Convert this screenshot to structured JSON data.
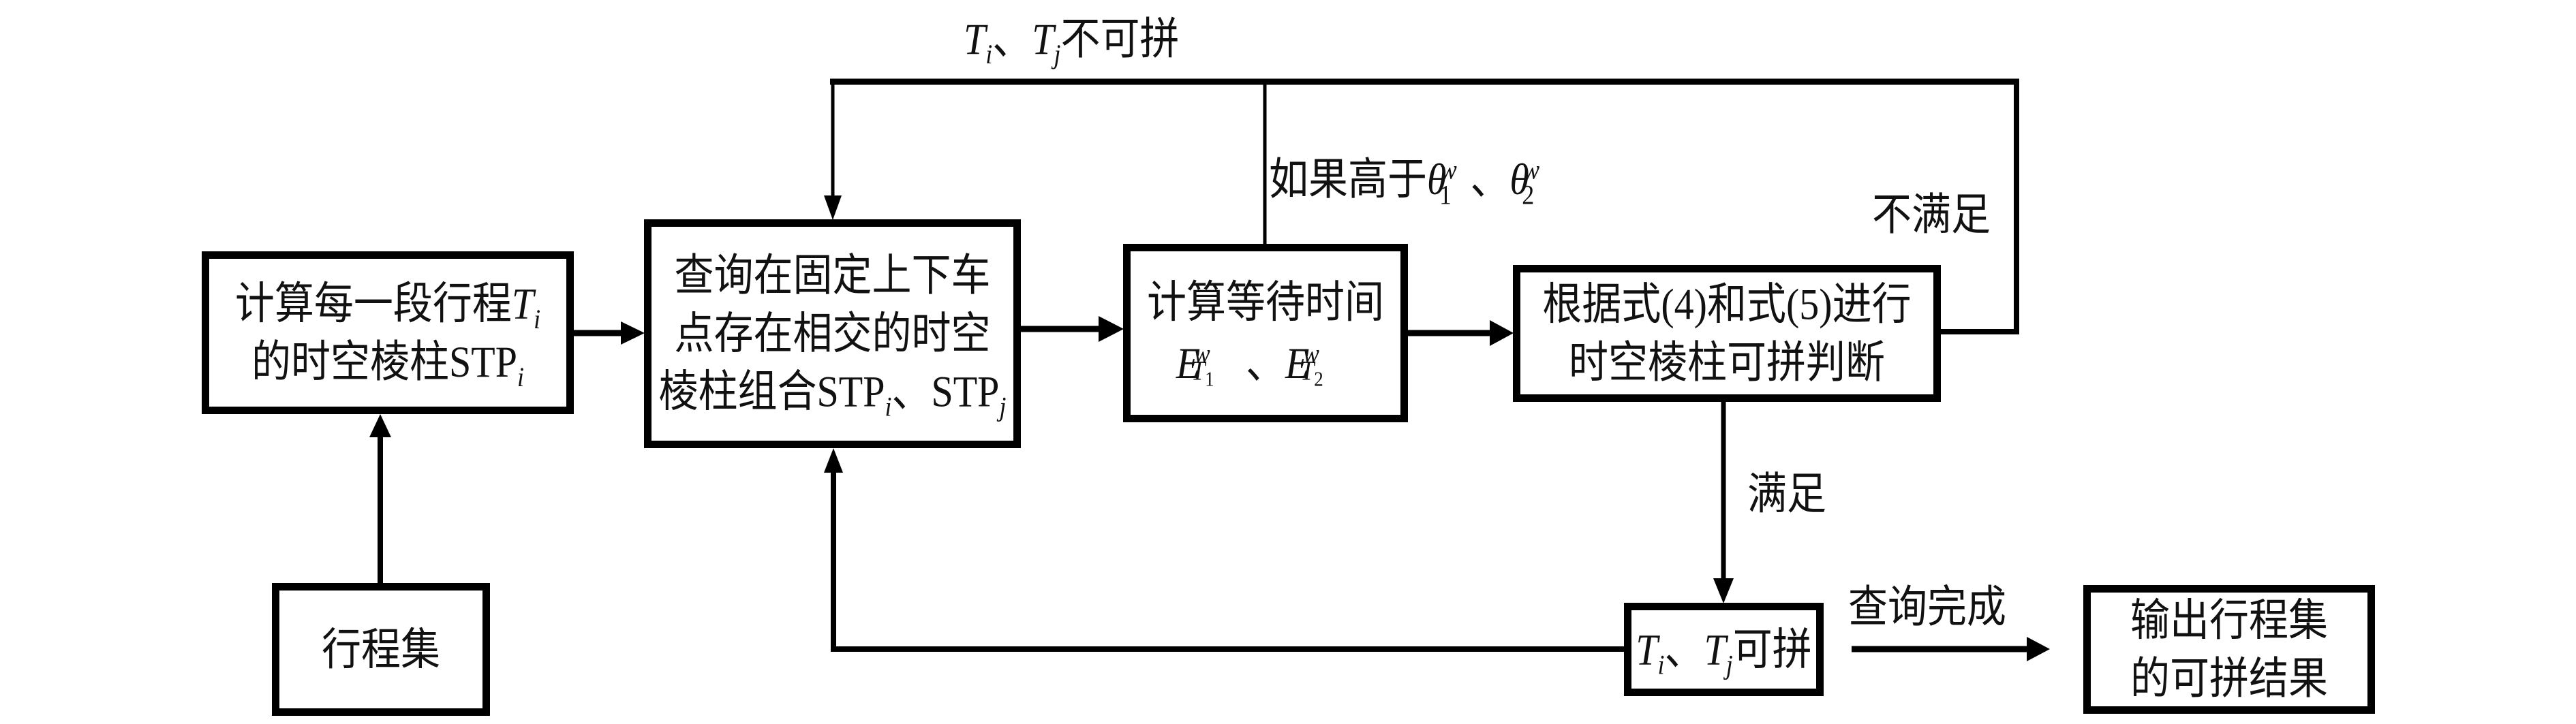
{
  "diagram": {
    "type": "flowchart",
    "colors": {
      "stroke": "#000000",
      "background": "#ffffff",
      "text": "#111111"
    },
    "nodes": {
      "trips": {
        "lines": [
          "行程集"
        ]
      },
      "stp": {
        "line1_text": "计算每一段行程",
        "line1_var": "T",
        "line1_sub": "i",
        "line2_text": "的时空棱柱STP",
        "line2_sub": "i"
      },
      "query": {
        "line1": "查询在固定上下车",
        "line2": "点存在相交的时空",
        "line3_text": "棱柱组合STP",
        "line3_sub1": "i",
        "line3_sep": "、STP",
        "line3_sub2": "j"
      },
      "wait": {
        "line1": "计算等待时间",
        "var": "E",
        "sup": "w",
        "sub1_var": "T",
        "sub1_num": "1",
        "sep": "、",
        "sub2_var": "T",
        "sub2_num": "2"
      },
      "judge": {
        "line1": "根据式(4)和式(5)进行",
        "line2": "时空棱柱可拼判断"
      },
      "ok": {
        "var1": "T",
        "sub1": "i",
        "sep": "、",
        "var2": "T",
        "sub2": "j",
        "text": "可拼"
      },
      "output": {
        "line1": "输出行程集",
        "line2": "的可拼结果"
      }
    },
    "edge_labels": {
      "not_combinable": {
        "var1": "T",
        "sub1": "i",
        "sep": "、",
        "var2": "T",
        "sub2": "j",
        "text": "不可拼"
      },
      "if_higher": {
        "text": "如果高于",
        "var": "θ",
        "sub1": "1",
        "sup": "w",
        "sep": "、",
        "sub2": "2"
      },
      "not_satisfied": "不满足",
      "satisfied": "满足",
      "query_done": "查询完成"
    },
    "edges": [
      {
        "from": "trips",
        "to": "stp"
      },
      {
        "from": "stp",
        "to": "query"
      },
      {
        "from": "query",
        "to": "wait"
      },
      {
        "from": "wait",
        "to": "judge"
      },
      {
        "from": "wait",
        "to": "query",
        "label": "if_higher + not_combinable"
      },
      {
        "from": "judge",
        "to": "query",
        "label": "not_satisfied + not_combinable"
      },
      {
        "from": "judge",
        "to": "ok",
        "label": "satisfied"
      },
      {
        "from": "ok",
        "to": "query"
      },
      {
        "from": "ok",
        "to": "output",
        "label": "query_done"
      }
    ]
  }
}
